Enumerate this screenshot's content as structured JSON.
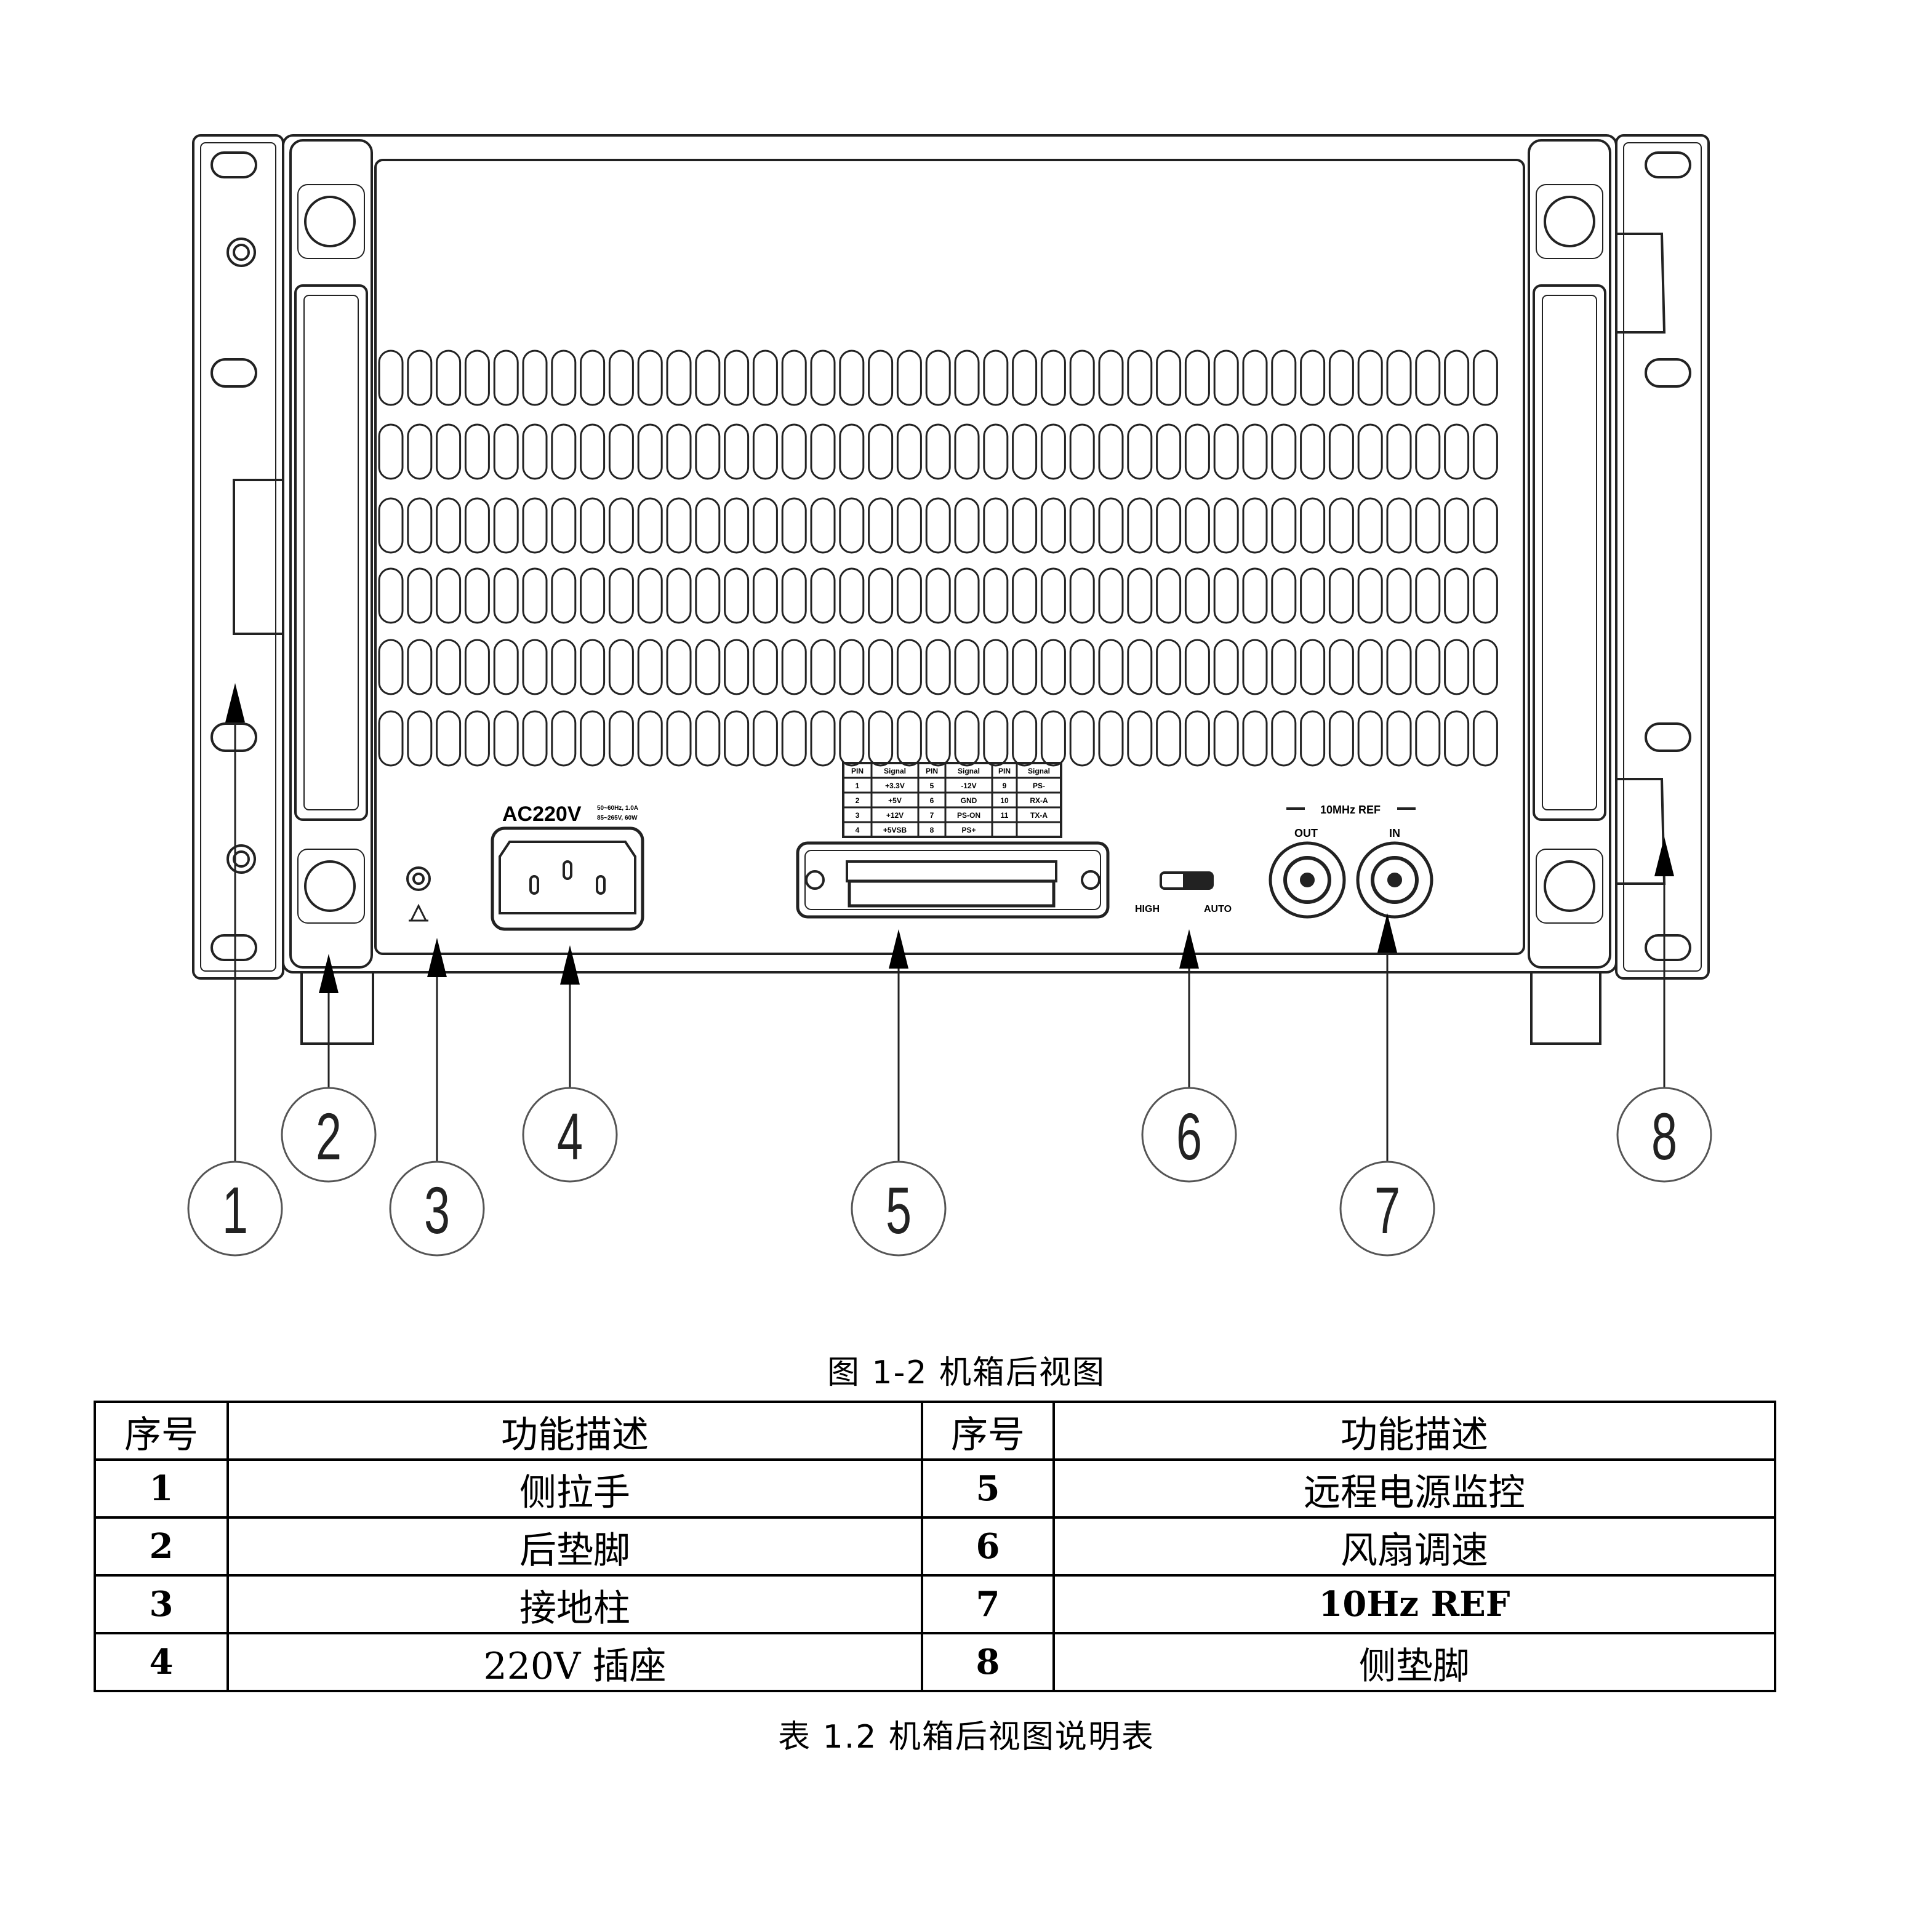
{
  "figure_caption": "图 1-2  机箱后视图",
  "table_caption": "表 1.2  机箱后视图说明表",
  "panel_labels": {
    "ac_label": "AC220V",
    "ac_sub1": "50~60Hz, 1.0A",
    "ac_sub2": "85~265V, 60W",
    "ref_label": "10MHz REF",
    "ref_out": "OUT",
    "ref_in": "IN",
    "fan_high": "HIGH",
    "fan_auto": "AUTO"
  },
  "pin_table": {
    "headers": [
      "PIN",
      "Signal",
      "PIN",
      "Signal",
      "PIN",
      "Signal"
    ],
    "rows": [
      [
        "1",
        "+3.3V",
        "5",
        "-12V",
        "9",
        "PS-"
      ],
      [
        "2",
        "+5V",
        "6",
        "GND",
        "10",
        "RX-A"
      ],
      [
        "3",
        "+12V",
        "7",
        "PS-ON",
        "11",
        "TX-A"
      ],
      [
        "4",
        "+5VSB",
        "8",
        "PS+",
        "",
        ""
      ]
    ]
  },
  "callouts": [
    "1",
    "2",
    "3",
    "4",
    "5",
    "6",
    "7",
    "8"
  ],
  "table": {
    "headers": [
      "序号",
      "功能描述",
      "序号",
      "功能描述"
    ],
    "rows": [
      [
        "1",
        "侧拉手",
        "5",
        "远程电源监控"
      ],
      [
        "2",
        "后垫脚",
        "6",
        "风扇调速"
      ],
      [
        "3",
        "接地柱",
        "7",
        "10Hz REF"
      ],
      [
        "4",
        "220V 插座",
        "8",
        "侧垫脚"
      ]
    ]
  }
}
